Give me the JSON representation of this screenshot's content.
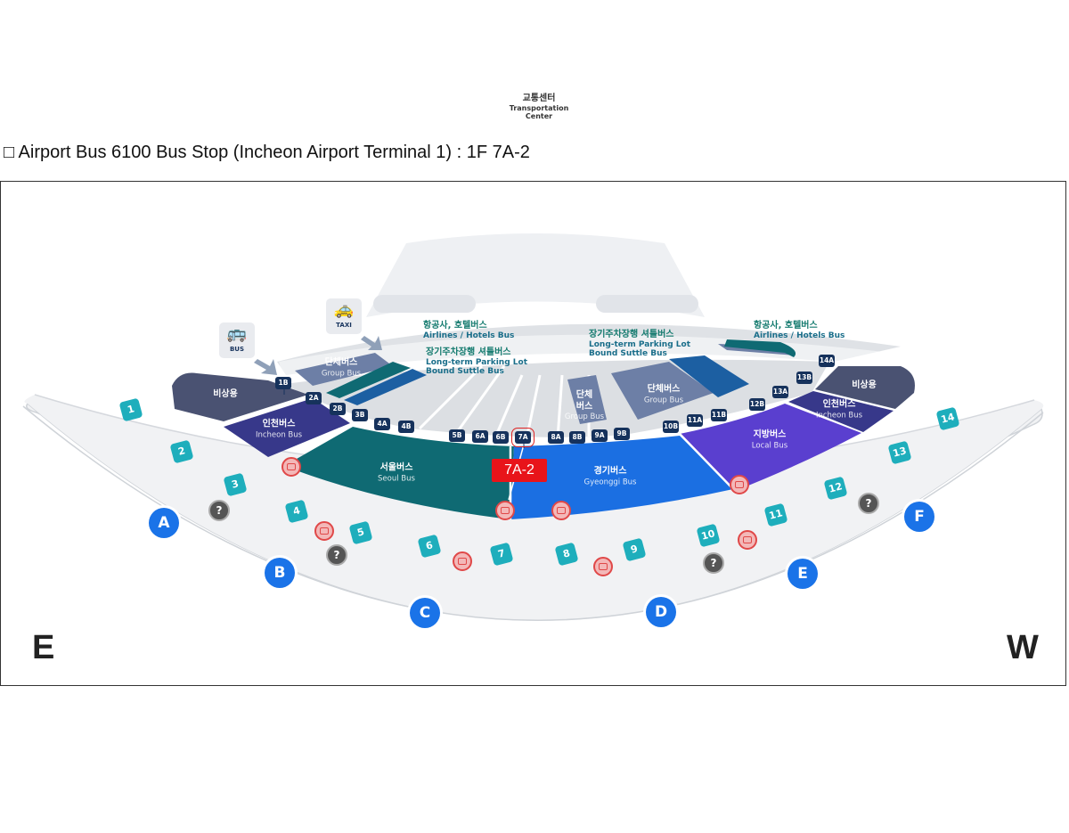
{
  "title": "□ Airport Bus 6100 Bus Stop (Incheon Airport Terminal 1) : 1F 7A-2",
  "highlight_stop": "7A-2",
  "compass": {
    "east": "E",
    "west": "W"
  },
  "transport_center": {
    "ko": "교통센터",
    "en_line1": "Transportation",
    "en_line2": "Center"
  },
  "vehicle_icons": {
    "bus": "BUS",
    "taxi": "TAXI"
  },
  "notes": {
    "airlines_left": {
      "ko": "항공사, 호텔버스",
      "en": "Airlines / Hotels Bus"
    },
    "parking_left": {
      "ko": "장기주차장행 셔틀버스",
      "en1": "Long-term Parking Lot",
      "en2": "Bound Suttle Bus"
    },
    "parking_right": {
      "ko": "장기주차장행 셔틀버스",
      "en1": "Long-term Parking Lot",
      "en2": "Bound Suttle Bus"
    },
    "airlines_right": {
      "ko": "항공사, 호텔버스",
      "en": "Airlines / Hotels Bus"
    }
  },
  "zones": {
    "emergency_left": {
      "ko": "비상용"
    },
    "incheon_left": {
      "ko": "인천버스",
      "en": "Incheon Bus"
    },
    "seoul": {
      "ko": "서울버스",
      "en": "Seoul Bus"
    },
    "gyeonggi": {
      "ko": "경기버스",
      "en": "Gyeonggi Bus"
    },
    "local": {
      "ko": "지방버스",
      "en": "Local Bus"
    },
    "incheon_right": {
      "ko": "인천버스",
      "en": "Incheon Bus"
    },
    "emergency_right": {
      "ko": "비상용"
    },
    "group_left": {
      "ko": "단체버스",
      "en": "Group Bus"
    },
    "group_center": {
      "ko1": "단체",
      "ko2": "버스",
      "en": "Group Bus"
    },
    "group_right": {
      "ko": "단체버스",
      "en": "Group Bus"
    }
  },
  "stops": [
    "1B",
    "2A",
    "2B",
    "3B",
    "4A",
    "4B",
    "5B",
    "6A",
    "6B",
    "7A",
    "8A",
    "8B",
    "9A",
    "9B",
    "10B",
    "11A",
    "11B",
    "12B",
    "13A",
    "13B",
    "14A"
  ],
  "gates": [
    "1",
    "2",
    "3",
    "4",
    "5",
    "6",
    "7",
    "8",
    "9",
    "10",
    "11",
    "12",
    "13",
    "14"
  ],
  "doors": [
    "A",
    "B",
    "C",
    "D",
    "E",
    "F"
  ],
  "info_symbol": "?",
  "colors": {
    "seoul": "#0f6a73",
    "gyeonggi": "#1b6fe2",
    "local": "#5a3fcf",
    "incheon": "#37388a",
    "emergency": "#4a5272",
    "highlight": "#e8141a",
    "gate": "#1eaebc",
    "door": "#1a73e8"
  }
}
